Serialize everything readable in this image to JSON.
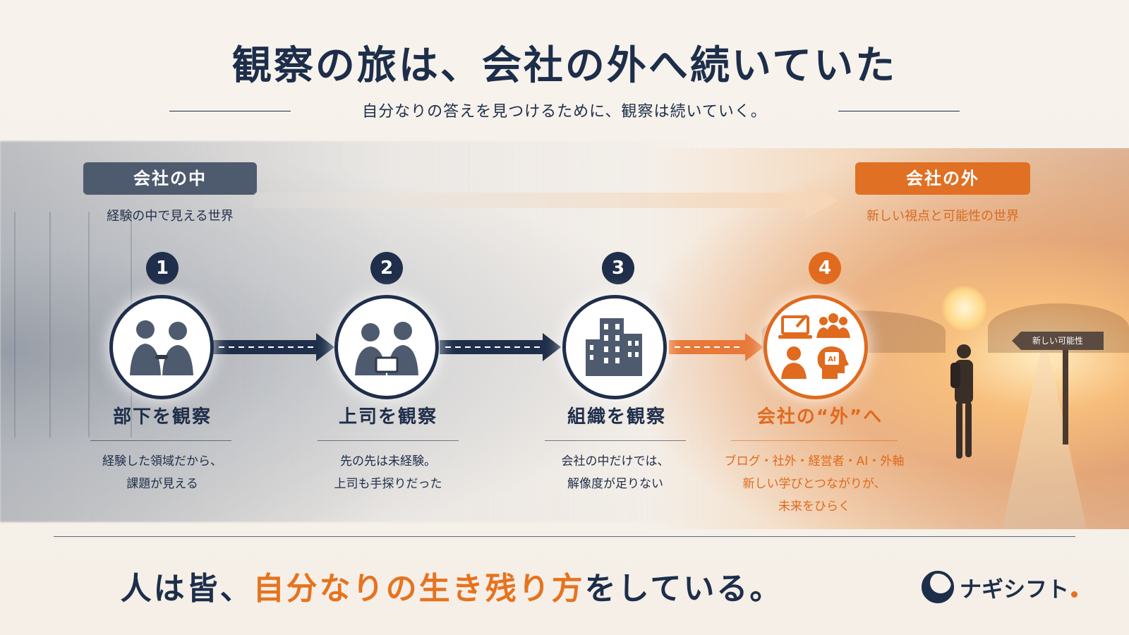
{
  "header": {
    "title": "観察の旅は、会社の外へ続いていた",
    "subtitle": "自分なりの答えを見つけるために、観察は続いていく。"
  },
  "journey": {
    "inside_label": "会社の中",
    "inside_caption": "経験の中で見える世界",
    "outside_label": "会社の外",
    "outside_caption": "新しい視点と可能性の世界"
  },
  "steps": [
    {
      "number": "1",
      "title": "部下を観察",
      "text": [
        "経験した領域だから、",
        "課題が見える"
      ]
    },
    {
      "number": "2",
      "title": "上司を観察",
      "text": [
        "先の先は未経験。",
        "上司も手探りだった"
      ]
    },
    {
      "number": "3",
      "title": "組織を観察",
      "text": [
        "会社の中だけでは、",
        "解像度が足りない"
      ]
    },
    {
      "number": "4",
      "title": "会社の“外”へ",
      "text": [
        "ブログ・社外・経営者・AI・外軸",
        "新しい学びとつながりが、",
        "未来をひらく"
      ]
    }
  ],
  "signpost": {
    "label": "新しい可能性"
  },
  "icons": {
    "step4_ai_badge": "AI"
  },
  "footer": {
    "motto_pre": "人は皆、",
    "motto_highlight": "自分なりの生き残り方",
    "motto_post": "をしている。",
    "logo_text": "ナギシフト"
  },
  "colors": {
    "navy": "#1f2e4a",
    "orange": "#e06a1e",
    "slate": "#4e5b6e"
  }
}
